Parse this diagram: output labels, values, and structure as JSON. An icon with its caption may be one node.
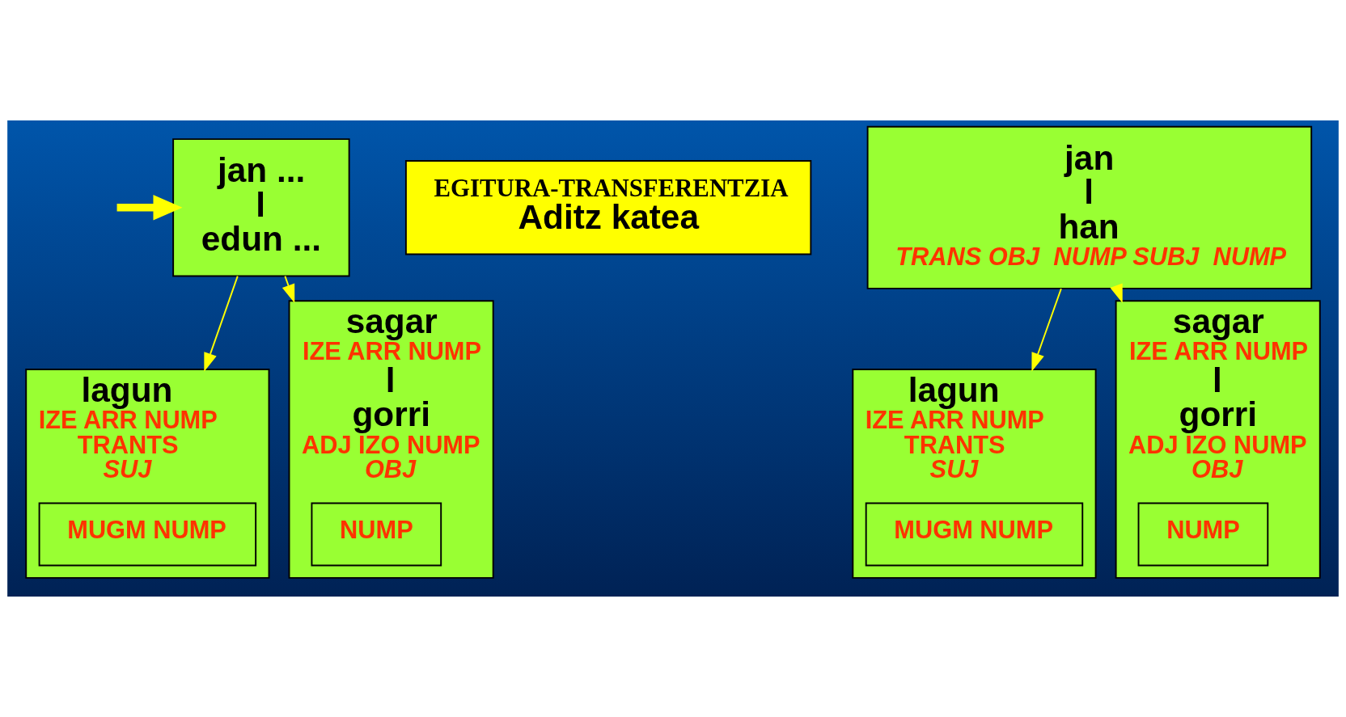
{
  "diagram": {
    "nodes": [
      {
        "text": [
          "jan ...",
          "l",
          "edun ..."
        ]
      },
      {
        "text": [
          "EGITURA-TRANSFERENTZIA",
          "Aditz katea"
        ]
      },
      {
        "text": [
          "jan",
          "l",
          "han",
          "TRANS OBJ  NUMP SUBJ  NUMP"
        ]
      },
      {
        "text": [
          "lagun",
          "IZE ARR NUMP",
          "TRANTS",
          "SUJ"
        ]
      },
      {
        "text": [
          "MUGM NUMP"
        ],
        "in": 3
      },
      {
        "text": [
          "sagar",
          "IZE ARR NUMP",
          "l",
          "gorri",
          "ADJ IZO NUMP",
          "OBJ"
        ]
      },
      {
        "text": [
          "NUMP"
        ],
        "in": 5
      },
      {
        "text": [
          "lagun",
          "IZE ARR NUMP",
          "TRANTS",
          "SUJ"
        ]
      },
      {
        "text": [
          "MUGM NUMP"
        ],
        "in": 7
      },
      {
        "text": [
          "sagar",
          "IZE ARR NUMP",
          "l",
          "gorri",
          "ADJ IZO NUMP",
          "OBJ"
        ]
      },
      {
        "text": [
          "NUMP"
        ],
        "in": 9
      }
    ],
    "edges": [
      {
        "from": null,
        "to": 0,
        "arrow": "to",
        "style": "thick"
      },
      {
        "from": 0,
        "to": 3,
        "arrow": "to"
      },
      {
        "from": 0,
        "to": 5,
        "arrow": "to"
      },
      {
        "from": 2,
        "to": 7,
        "arrow": "to"
      },
      {
        "from": 2,
        "to": 9,
        "arrow": "to"
      }
    ]
  }
}
